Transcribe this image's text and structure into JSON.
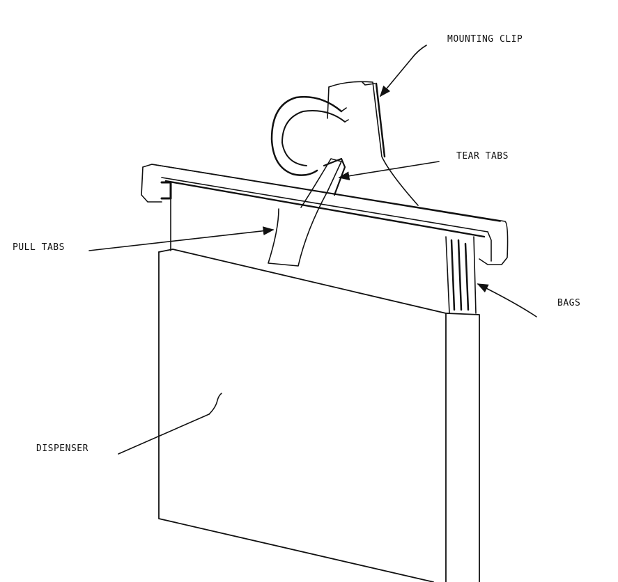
{
  "labels": {
    "mounting_clip": "MOUNTING CLIP",
    "tear_tabs": "TEAR TABS",
    "pull_tabs": "PULL TABS",
    "bags": "BAGS",
    "dispenser": "DISPENSER"
  },
  "colors": {
    "ink": "#111111",
    "background": "#ffffff"
  }
}
